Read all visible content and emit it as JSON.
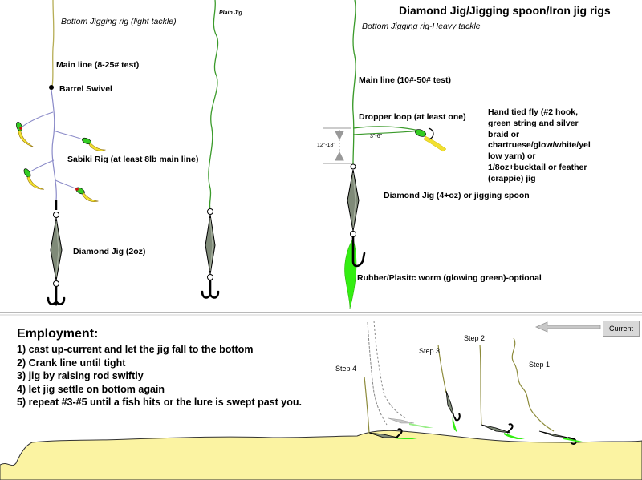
{
  "title": "Diamond Jig/Jigging spoon/Iron jig rigs",
  "rig_light": {
    "heading": "Bottom Jigging rig (light tackle)",
    "main_line": "Main line (8-25# test)",
    "swivel": "Barrel Swivel",
    "sabiki": "Sabiki Rig (at least 8lb main line)",
    "jig": "Diamond Jig (2oz)"
  },
  "rig_plain": {
    "heading": "Plain Jig"
  },
  "rig_heavy": {
    "heading": "Bottom Jigging rig-Heavy tackle",
    "main_line": "Main line (10#-50# test)",
    "dropper": "Dropper loop (at least one)",
    "dim_outer": "12\"-18\"",
    "dim_inner": "3\"-6\"",
    "fly_lines": [
      "Hand tied fly (#2 hook,",
      "green string and silver",
      "braid or",
      "chartruese/glow/white/yel",
      "low yarn) or",
      "1/8oz+bucktail or feather",
      "(crappie) jig"
    ],
    "jig": "Diamond Jig (4+oz) or jigging spoon",
    "worm": "Rubber/Plasitc worm  (glowing green)-optional"
  },
  "employment": {
    "heading": "Employment:",
    "steps": [
      "1) cast up-current and let the jig fall to the bottom",
      "2) Crank line until tight",
      "3) jig by raising rod swiftly",
      "4) let jig settle on bottom again",
      "5) repeat #3-#5 until a fish hits or the lure is swept past you."
    ]
  },
  "current_label": "Current",
  "step_labels": [
    "Step 1",
    "Step 2",
    "Step 3",
    "Step 4"
  ],
  "colors": {
    "line_green": "#3a9a2a",
    "line_purple": "#8a8ac8",
    "lime": "#33dd22",
    "jig_body": "#7f8a78",
    "seabed": "#fbf3a2",
    "olive_line": "#8c8a3a"
  }
}
